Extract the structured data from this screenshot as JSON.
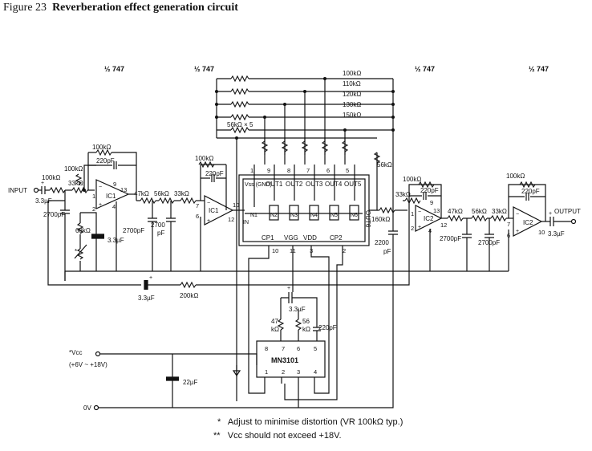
{
  "figure": {
    "number": "Figure 23",
    "title": "Reverberation effect generation circuit"
  },
  "opamp_headers": [
    "½ 747",
    "½ 747",
    "½ 747",
    "½ 747"
  ],
  "io": {
    "input": "INPUT",
    "output": "OUTPUT",
    "vcc": "*Vcc",
    "vcc_range": "(+6V ~ +18V)",
    "zero_v": "0V"
  },
  "ic_labels": {
    "ic1": "IC1",
    "ic2": "IC2",
    "bbd": "MN3101"
  },
  "bbd_chip": {
    "top_pins": [
      "1",
      "9",
      "8",
      "7",
      "6",
      "5"
    ],
    "top_labels": [
      "Vss (GND)",
      "OUT1",
      "OUT2",
      "OUT3",
      "OUT4",
      "OUT5"
    ],
    "nodes": [
      "N1",
      "N2",
      "N3",
      "N4",
      "N5",
      "N6"
    ],
    "in_label": "IN",
    "out6": "OUT6",
    "bottom_labels": [
      "CP1",
      "VGG",
      "VDD",
      "CP2"
    ],
    "bottom_pins": [
      "10",
      "11",
      "3",
      "2"
    ]
  },
  "mn3101_pins": {
    "top": [
      "8",
      "7",
      "6",
      "5"
    ],
    "bottom": [
      "1",
      "2",
      "3",
      "4"
    ]
  },
  "components": {
    "in_cap": "3.3µF",
    "r_in": "100kΩ",
    "r_33k": "33kΩ",
    "r_fb_100k": "100kΩ",
    "c_220p": "220pF",
    "c_2700p": "2700pF",
    "r_68k": "68kΩ",
    "c_3u3": "3.3µF",
    "r_47k": "47kΩ",
    "r_56k": "56kΩ",
    "c_2700pf": "2700pF",
    "c_2700_split": [
      "2700",
      "pF"
    ],
    "r_56k_x5": "56kΩ × 5",
    "mix_resistors": [
      "100kΩ",
      "110kΩ",
      "120kΩ",
      "130kΩ",
      "150kΩ"
    ],
    "r_56k_out6": "56kΩ",
    "r_160k": "160kΩ",
    "c_2200p": [
      "2200",
      "pF"
    ],
    "bottom_cap": "3.3µF",
    "r_200k": "200kΩ",
    "bbd_cap": "3.3µF",
    "r_47": [
      "47",
      "kΩ"
    ],
    "r_56": [
      "56",
      "kΩ"
    ],
    "c_bbd_220p": "220pF",
    "c_22u": "22µF",
    "out_cap": "3.3µF"
  },
  "pin_numbers": {
    "ic1a": [
      "9",
      "13",
      "1",
      "2",
      "4"
    ],
    "ic1b": [
      "7",
      "6",
      "10",
      "12"
    ],
    "ic2a": [
      "9",
      "1",
      "13",
      "2",
      "4",
      "12"
    ],
    "ic2b": [
      "7",
      "6",
      "10"
    ]
  },
  "notes": [
    {
      "mark": "*",
      "text": "Adjust to minimise distortion (VR 100kΩ typ.)"
    },
    {
      "mark": "**",
      "text": "Vcc should not exceed +18V."
    }
  ]
}
